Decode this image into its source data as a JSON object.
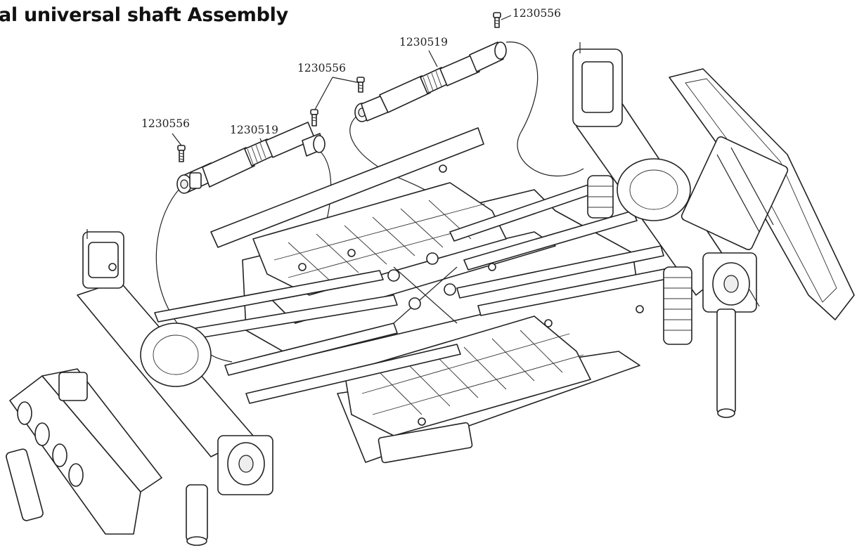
{
  "title": "al universal shaft Assembly",
  "part_labels": {
    "screw_left": "1230556",
    "shaft_left": "1230519",
    "screw_middle": "1230556",
    "shaft_right": "1230519",
    "screw_top": "1230556"
  }
}
